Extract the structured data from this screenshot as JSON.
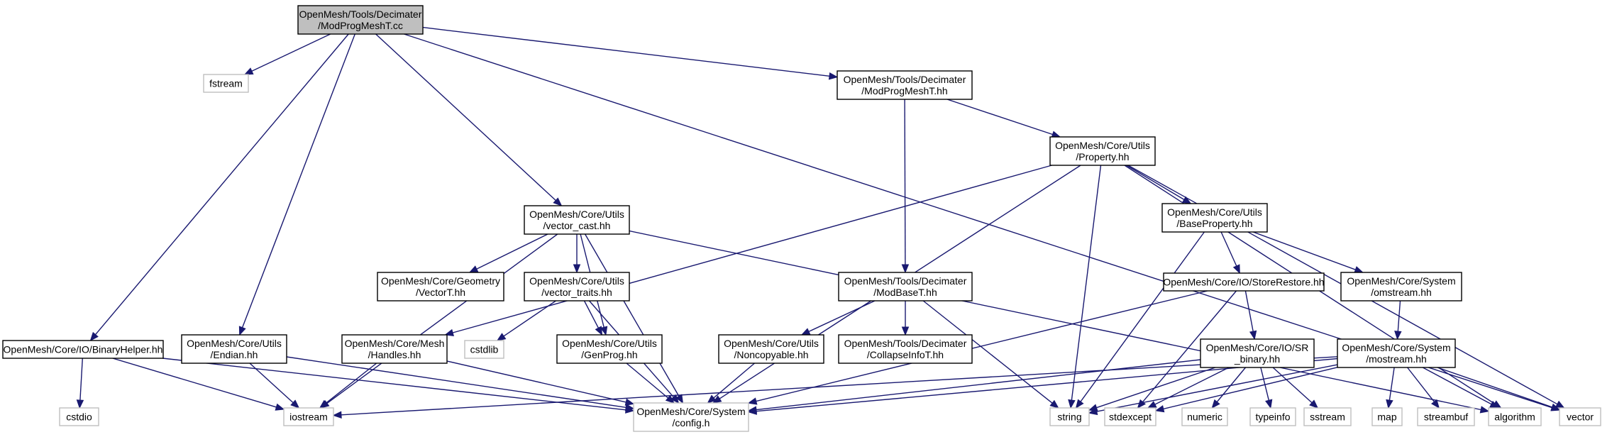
{
  "colors": {
    "edge": "#191970",
    "header_fill": "#bfbfbf",
    "box_stroke": "#000000",
    "external_stroke": "#bfbfbf",
    "text": "#000000"
  },
  "nodes": [
    {
      "id": "root",
      "lines": [
        "OpenMesh/Tools/Decimater",
        "/ModProgMeshT.cc"
      ],
      "kind": "header"
    },
    {
      "id": "fstream",
      "lines": [
        "fstream"
      ],
      "kind": "external"
    },
    {
      "id": "binaryhelper",
      "lines": [
        "OpenMesh/Core/IO/BinaryHelper.hh"
      ],
      "kind": "file"
    },
    {
      "id": "endian",
      "lines": [
        "OpenMesh/Core/Utils",
        "/Endian.hh"
      ],
      "kind": "file"
    },
    {
      "id": "vector_cast",
      "lines": [
        "OpenMesh/Core/Utils",
        "/vector_cast.hh"
      ],
      "kind": "file"
    },
    {
      "id": "modprogmesh_hh",
      "lines": [
        "OpenMesh/Tools/Decimater",
        "/ModProgMeshT.hh"
      ],
      "kind": "file"
    },
    {
      "id": "property",
      "lines": [
        "OpenMesh/Core/Utils",
        "/Property.hh"
      ],
      "kind": "file"
    },
    {
      "id": "baseproperty",
      "lines": [
        "OpenMesh/Core/Utils",
        "/BaseProperty.hh"
      ],
      "kind": "file"
    },
    {
      "id": "vectort",
      "lines": [
        "OpenMesh/Core/Geometry",
        "/VectorT.hh"
      ],
      "kind": "file"
    },
    {
      "id": "vector_traits",
      "lines": [
        "OpenMesh/Core/Utils",
        "/vector_traits.hh"
      ],
      "kind": "file"
    },
    {
      "id": "modbase",
      "lines": [
        "OpenMesh/Tools/Decimater",
        "/ModBaseT.hh"
      ],
      "kind": "file"
    },
    {
      "id": "storerestore",
      "lines": [
        "OpenMesh/Core/IO/StoreRestore.hh"
      ],
      "kind": "file"
    },
    {
      "id": "omstream",
      "lines": [
        "OpenMesh/Core/System",
        "/omstream.hh"
      ],
      "kind": "file"
    },
    {
      "id": "handles",
      "lines": [
        "OpenMesh/Core/Mesh",
        "/Handles.hh"
      ],
      "kind": "file"
    },
    {
      "id": "cstdlib",
      "lines": [
        "cstdlib"
      ],
      "kind": "external"
    },
    {
      "id": "genprog",
      "lines": [
        "OpenMesh/Core/Utils",
        "/GenProg.hh"
      ],
      "kind": "file"
    },
    {
      "id": "noncopyable",
      "lines": [
        "OpenMesh/Core/Utils",
        "/Noncopyable.hh"
      ],
      "kind": "file"
    },
    {
      "id": "collapseinfo",
      "lines": [
        "OpenMesh/Tools/Decimater",
        "/CollapseInfoT.hh"
      ],
      "kind": "file"
    },
    {
      "id": "sr_binary",
      "lines": [
        "OpenMesh/Core/IO/SR",
        "_binary.hh"
      ],
      "kind": "file"
    },
    {
      "id": "mostream",
      "lines": [
        "OpenMesh/Core/System",
        "/mostream.hh"
      ],
      "kind": "file"
    },
    {
      "id": "cstdio",
      "lines": [
        "cstdio"
      ],
      "kind": "external"
    },
    {
      "id": "iostream",
      "lines": [
        "iostream"
      ],
      "kind": "external"
    },
    {
      "id": "config",
      "lines": [
        "OpenMesh/Core/System",
        "/config.h"
      ],
      "kind": "external"
    },
    {
      "id": "string",
      "lines": [
        "string"
      ],
      "kind": "external"
    },
    {
      "id": "stdexcept",
      "lines": [
        "stdexcept"
      ],
      "kind": "external"
    },
    {
      "id": "numeric",
      "lines": [
        "numeric"
      ],
      "kind": "external"
    },
    {
      "id": "typeinfo",
      "lines": [
        "typeinfo"
      ],
      "kind": "external"
    },
    {
      "id": "sstream",
      "lines": [
        "sstream"
      ],
      "kind": "external"
    },
    {
      "id": "map",
      "lines": [
        "map"
      ],
      "kind": "external"
    },
    {
      "id": "streambuf",
      "lines": [
        "streambuf"
      ],
      "kind": "external"
    },
    {
      "id": "algorithm",
      "lines": [
        "algorithm"
      ],
      "kind": "external"
    },
    {
      "id": "vector",
      "lines": [
        "vector"
      ],
      "kind": "external"
    }
  ],
  "edges": [
    [
      "root",
      "fstream"
    ],
    [
      "root",
      "binaryhelper"
    ],
    [
      "root",
      "endian"
    ],
    [
      "root",
      "vector_cast"
    ],
    [
      "root",
      "modprogmesh_hh"
    ],
    [
      "root",
      "vector"
    ],
    [
      "binaryhelper",
      "cstdio"
    ],
    [
      "binaryhelper",
      "iostream"
    ],
    [
      "binaryhelper",
      "config"
    ],
    [
      "endian",
      "iostream"
    ],
    [
      "endian",
      "config"
    ],
    [
      "vector_cast",
      "iostream"
    ],
    [
      "vector_cast",
      "vectort"
    ],
    [
      "vector_cast",
      "vector_traits"
    ],
    [
      "vector_cast",
      "genprog"
    ],
    [
      "vector_cast",
      "config"
    ],
    [
      "vector_cast",
      "algorithm"
    ],
    [
      "vector_traits",
      "cstdlib"
    ],
    [
      "vector_traits",
      "genprog"
    ],
    [
      "vector_traits",
      "config"
    ],
    [
      "genprog",
      "config"
    ],
    [
      "modprogmesh_hh",
      "modbase"
    ],
    [
      "modprogmesh_hh",
      "property"
    ],
    [
      "property",
      "handles"
    ],
    [
      "property",
      "config"
    ],
    [
      "property",
      "string"
    ],
    [
      "property",
      "baseproperty"
    ],
    [
      "property",
      "algorithm"
    ],
    [
      "property",
      "vector"
    ],
    [
      "handles",
      "iostream"
    ],
    [
      "handles",
      "config"
    ],
    [
      "baseproperty",
      "string"
    ],
    [
      "baseproperty",
      "storerestore"
    ],
    [
      "baseproperty",
      "omstream"
    ],
    [
      "storerestore",
      "config"
    ],
    [
      "storerestore",
      "stdexcept"
    ],
    [
      "storerestore",
      "sr_binary"
    ],
    [
      "sr_binary",
      "config"
    ],
    [
      "sr_binary",
      "stdexcept"
    ],
    [
      "sr_binary",
      "string"
    ],
    [
      "sr_binary",
      "numeric"
    ],
    [
      "sr_binary",
      "typeinfo"
    ],
    [
      "sr_binary",
      "sstream"
    ],
    [
      "omstream",
      "mostream"
    ],
    [
      "mostream",
      "iostream"
    ],
    [
      "mostream",
      "config"
    ],
    [
      "mostream",
      "string"
    ],
    [
      "mostream",
      "stdexcept"
    ],
    [
      "mostream",
      "map"
    ],
    [
      "mostream",
      "streambuf"
    ],
    [
      "mostream",
      "algorithm"
    ],
    [
      "mostream",
      "vector"
    ],
    [
      "modbase",
      "noncopyable"
    ],
    [
      "modbase",
      "collapseinfo"
    ],
    [
      "modbase",
      "string"
    ],
    [
      "noncopyable",
      "config"
    ]
  ]
}
